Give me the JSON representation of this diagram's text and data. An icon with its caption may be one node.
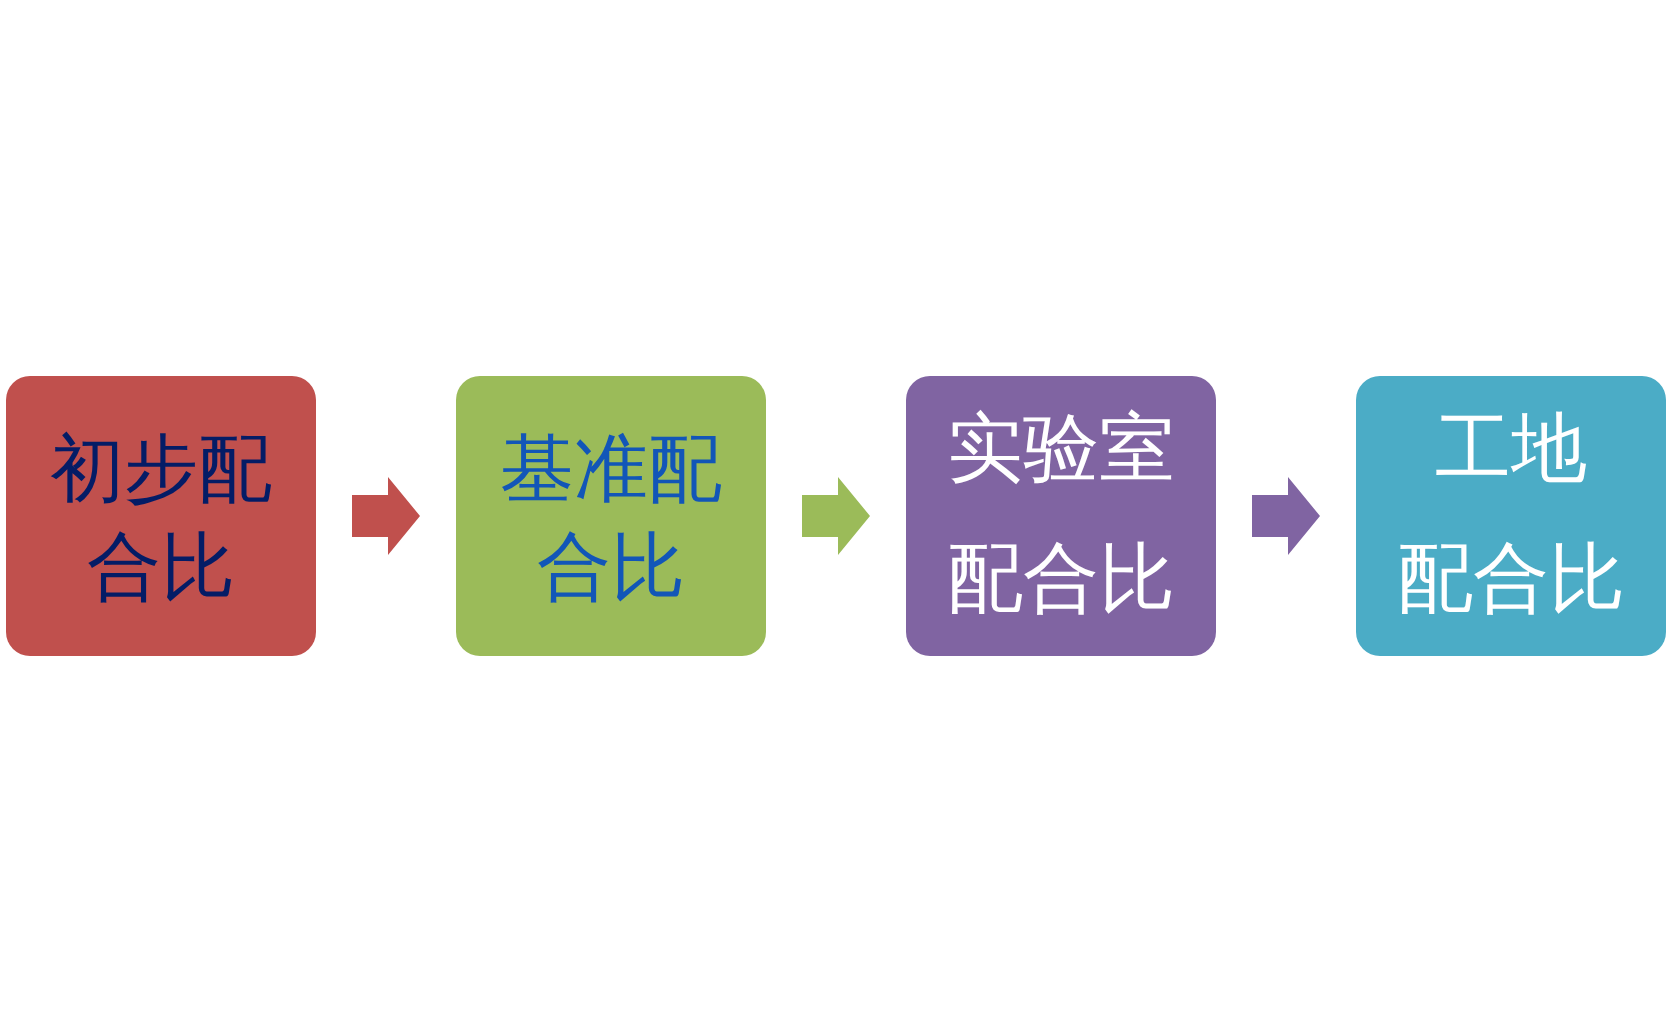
{
  "diagram": {
    "nodes": [
      {
        "text": [
          "初步配合比"
        ]
      },
      {
        "text": [
          "基准配合比"
        ]
      },
      {
        "text": [
          "实验室配合比"
        ]
      },
      {
        "text": [
          "工地配合比"
        ]
      }
    ],
    "edges": [
      {
        "from": 0,
        "to": 1,
        "arrow": "to",
        "color": "#c0504d"
      },
      {
        "from": 1,
        "to": 2,
        "arrow": "to",
        "color": "#9bbb59"
      },
      {
        "from": 2,
        "to": 3,
        "arrow": "to",
        "color": "#8064a2"
      }
    ]
  }
}
